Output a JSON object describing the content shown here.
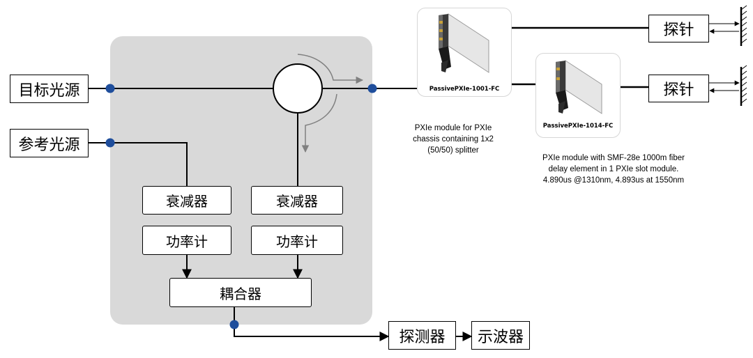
{
  "sources": {
    "target": "目标光源",
    "reference": "参考光源"
  },
  "inner": {
    "attenuator_left": "衰减器",
    "attenuator_right": "衰减器",
    "power_meter_left": "功率计",
    "power_meter_right": "功率计",
    "coupler": "耦合器"
  },
  "outputs": {
    "detector": "探测器",
    "oscilloscope": "示波器"
  },
  "probes": {
    "probe_top": "探针",
    "probe_bottom": "探针"
  },
  "modules": {
    "splitter": {
      "name": "PassivePXIe-1001-FC",
      "caption": [
        "PXIe module  for PXIe",
        "chassis containing 1x2",
        "(50/50) splitter"
      ]
    },
    "delay": {
      "name": "PassivePXIe-1014-FC",
      "caption": [
        "PXIe module with SMF-28e 1000m fiber",
        "delay element  in 1 PXIe slot module.",
        "4.890us @1310nm,  4.893us at 1550nm"
      ]
    }
  },
  "colors": {
    "panel": "#d9d9d9",
    "dot": "#1f4e9c",
    "line": "#000000",
    "arrow_gray": "#808080"
  }
}
